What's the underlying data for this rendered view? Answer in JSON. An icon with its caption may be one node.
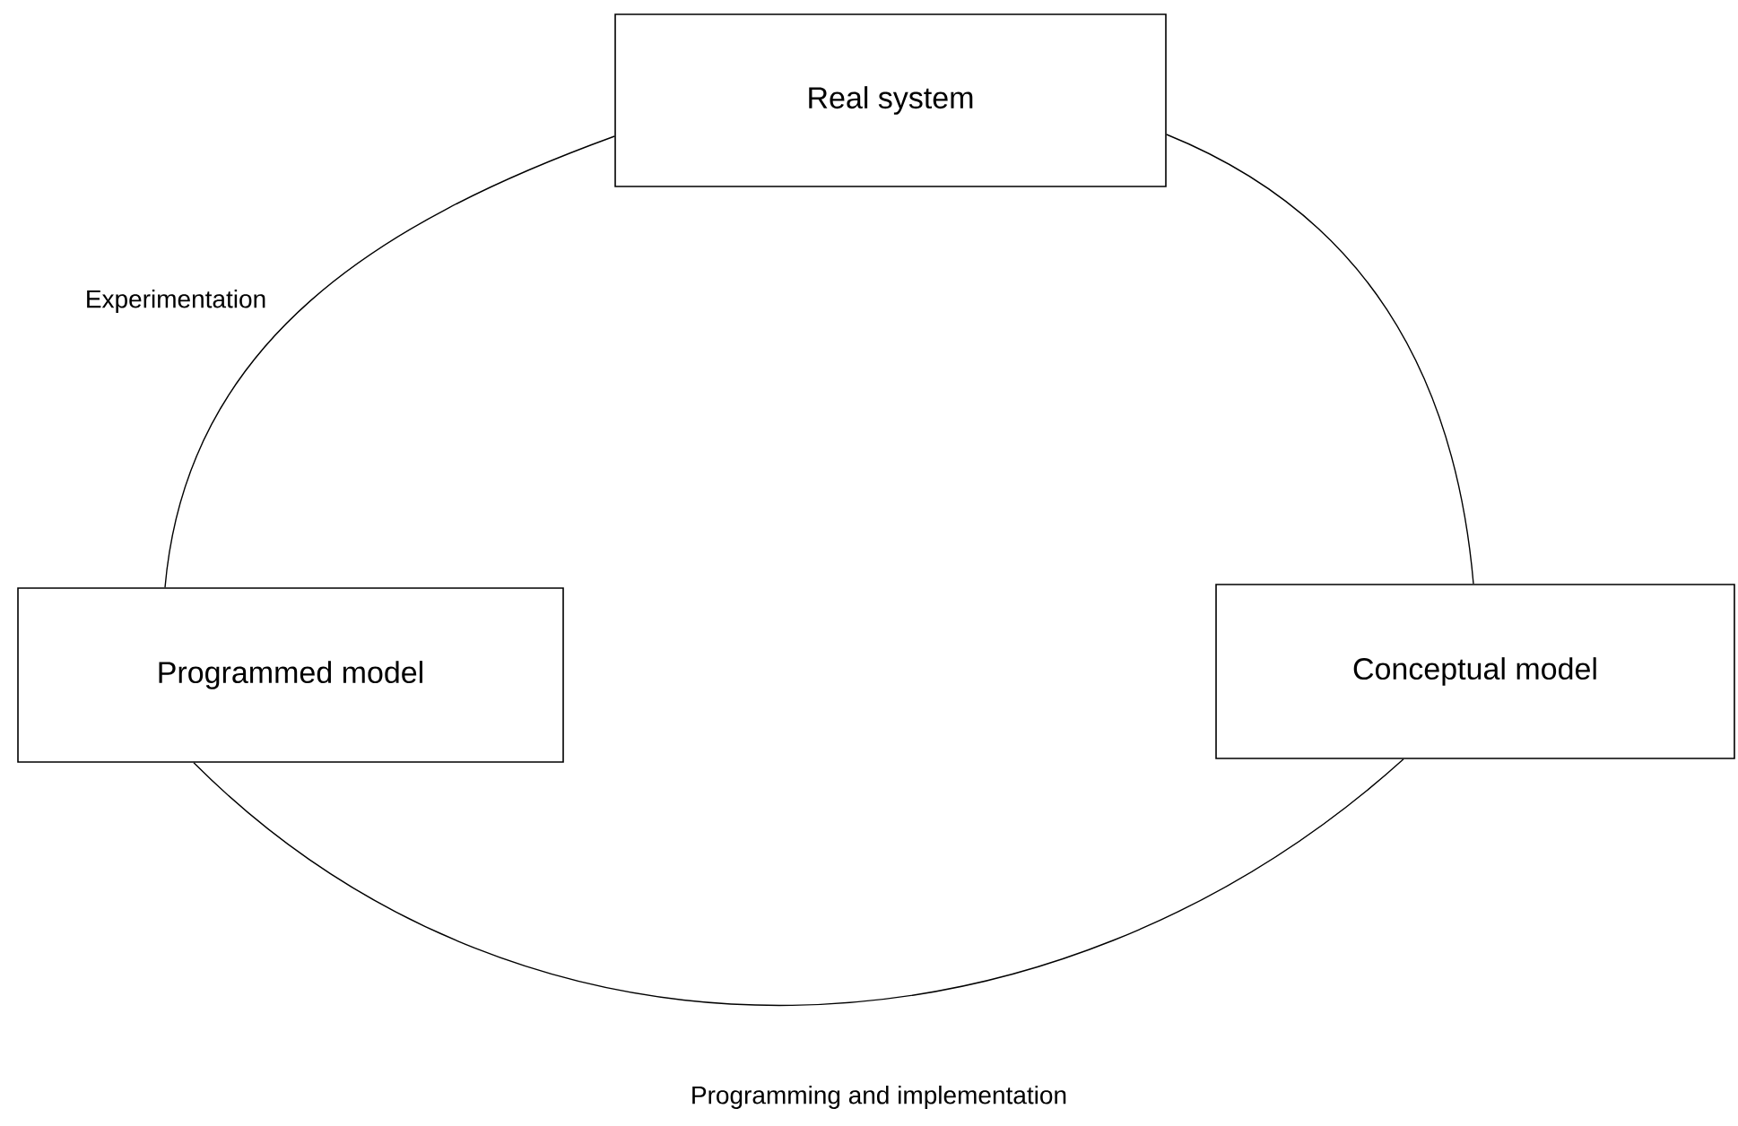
{
  "diagram": {
    "nodes": [
      {
        "text": [
          "Real system"
        ]
      },
      {
        "text": [
          "Programmed model"
        ]
      },
      {
        "text": [
          "Conceptual model"
        ]
      }
    ],
    "edges": [
      {
        "from": 1,
        "to": 0,
        "arrow": "none",
        "label": "Experimentation"
      },
      {
        "from": 0,
        "to": 2,
        "arrow": "none"
      },
      {
        "from": 1,
        "to": 2,
        "arrow": "none",
        "label": "Programming and implementation"
      }
    ]
  }
}
